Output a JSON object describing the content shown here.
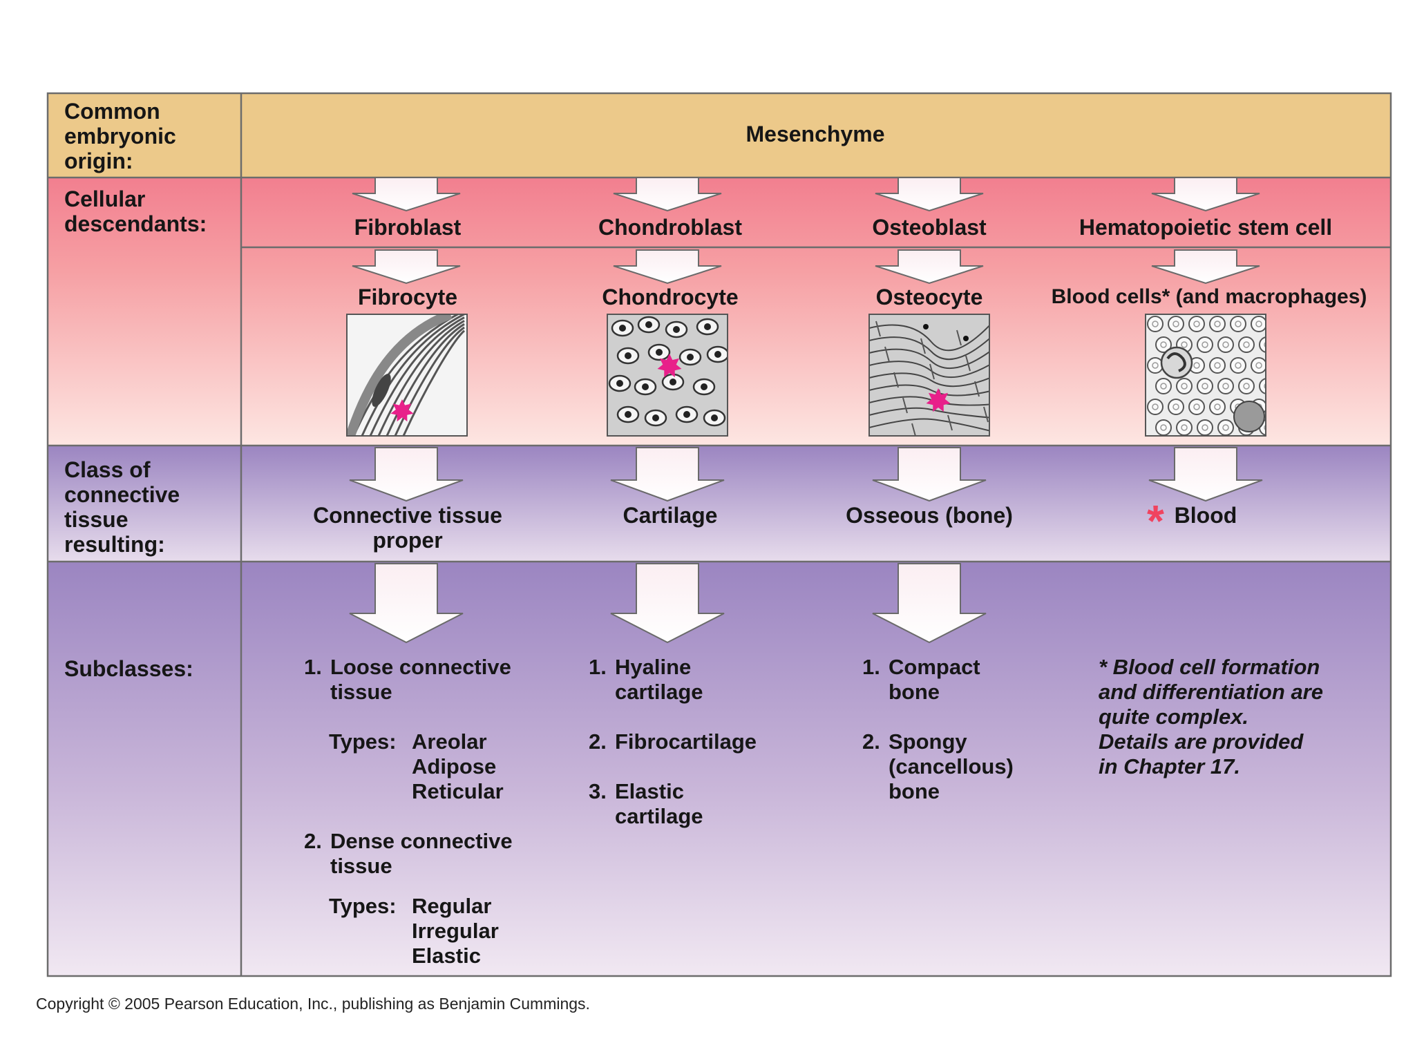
{
  "colors": {
    "origin_band": "#ecc98a",
    "cellular_band_top": "#f27f8f",
    "cellular_band_bottom": "#fde6e2",
    "class_band_top": "#9b85c1",
    "class_band_bottom": "#e7dcec",
    "subclass_band_top": "#9b85c1",
    "subclass_band_bottom": "#f1e8f2",
    "highlight_asterisk": "#f0435f",
    "cell_marker": "#e8208a"
  },
  "rows": {
    "origin_label": "Common\nembryonic\norigin:",
    "cellular_label": "Cellular\ndescendants:",
    "class_label": "Class of\nconnective\ntissue\nresulting:",
    "subclass_label": "Subclasses:"
  },
  "origin": "Mesenchyme",
  "lineages": [
    {
      "id": "fibro",
      "blast": "Fibroblast",
      "cyte": "Fibrocyte",
      "micrograph_icon": "fibrocyte-micrograph-icon",
      "class": "Connective tissue\nproper"
    },
    {
      "id": "chondro",
      "blast": "Chondroblast",
      "cyte": "Chondrocyte",
      "micrograph_icon": "chondrocyte-micrograph-icon",
      "class": "Cartilage"
    },
    {
      "id": "osteo",
      "blast": "Osteoblast",
      "cyte": "Osteocyte",
      "micrograph_icon": "osteocyte-micrograph-icon",
      "class": "Osseous (bone)"
    },
    {
      "id": "hemato",
      "blast": "Hematopoietic stem cell",
      "cyte": "Blood cells* (and macrophages)",
      "micrograph_icon": "blood-cells-micrograph-icon",
      "class": "Blood"
    }
  ],
  "subclasses": {
    "connective": {
      "loose": {
        "num": "1.",
        "text": "Loose connective\ntissue"
      },
      "loose_types": {
        "label": "Types:",
        "list": "Areolar\nAdipose\nReticular"
      },
      "dense": {
        "num": "2.",
        "text": "Dense connective\ntissue"
      },
      "dense_types": {
        "label": "Types:",
        "list": "Regular\nIrregular\nElastic"
      }
    },
    "cartilage": [
      {
        "num": "1.",
        "text": "Hyaline\ncartilage"
      },
      {
        "num": "2.",
        "text": "Fibrocartilage"
      },
      {
        "num": "3.",
        "text": "Elastic\ncartilage"
      }
    ],
    "bone": [
      {
        "num": "1.",
        "text": "Compact\nbone"
      },
      {
        "num": "2.",
        "text": "Spongy\n(cancellous)\nbone"
      }
    ],
    "blood_note": "* Blood cell formation\n  and differentiation are\n  quite complex.\n  Details are provided\n  in Chapter 17."
  },
  "highlight_mark": "*",
  "copyright": "Copyright © 2005 Pearson Education, Inc., publishing as Benjamin Cummings."
}
